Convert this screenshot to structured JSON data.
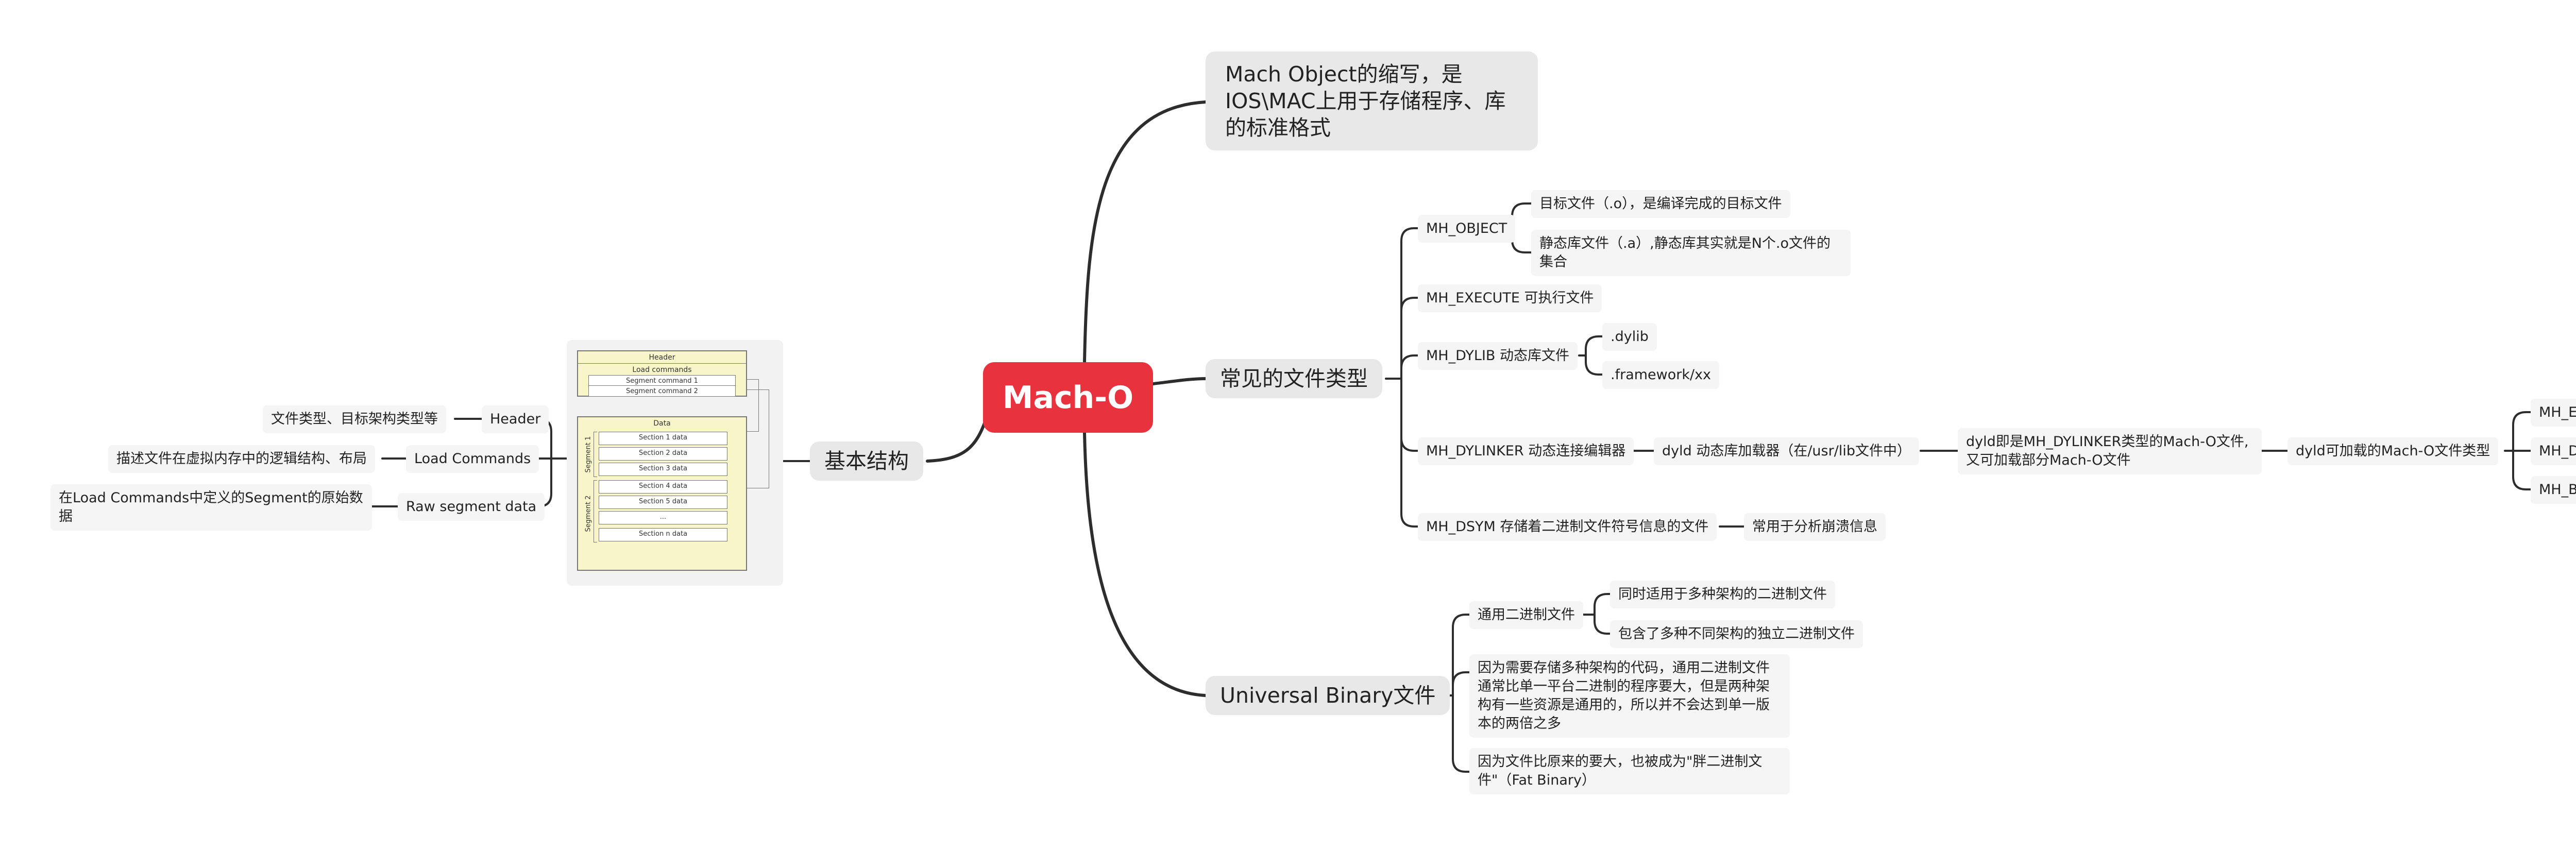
{
  "root": {
    "label": "Mach-O"
  },
  "right": {
    "definition": "Mach Object的缩写，是IOS\\MAC上用于存储程序、库的标准格式",
    "file_types": {
      "label": "常见的文件类型",
      "mh_object": {
        "label": "MH_OBJECT",
        "children": [
          "目标文件（.o），是编译完成的目标文件",
          "静态库文件（.a）,静态库其实就是N个.o文件的集合"
        ]
      },
      "mh_execute": {
        "label": "MH_EXECUTE 可执行文件"
      },
      "mh_dylib": {
        "label": "MH_DYLIB 动态库文件",
        "children": [
          ".dylib",
          ".framework/xx"
        ]
      },
      "mh_dylinker": {
        "label": "MH_DYLINKER 动态连接编辑器",
        "dyld": "dyld 动态库加载器（在/usr/lib文件中）",
        "dyld_desc": "dyld即是MH_DYLINKER类型的Mach-O文件,又可加载部分Mach-O文件",
        "loadable": "dyld可加载的Mach-O文件类型",
        "loadable_types": [
          "MH_EXECUTE",
          "MH_DYLIB",
          "MH_BUNDLE"
        ]
      },
      "mh_dsym": {
        "label": "MH_DSYM 存储着二进制文件符号信息的文件",
        "child": "常用于分析崩溃信息"
      }
    },
    "universal": {
      "label": "Universal Binary文件",
      "generic": {
        "label": "通用二进制文件",
        "children": [
          "同时适用于多种架构的二进制文件",
          "包含了多种不同架构的独立二进制文件"
        ]
      },
      "size_note": "因为需要存储多种架构的代码，通用二进制文件通常比单一平台二进制的程序要大，但是两种架构有一些资源是通用的，所以并不会达到单一版本的两倍之多",
      "fat_note": "因为文件比原来的要大，也被成为\"胖二进制文件\"（Fat Binary）"
    }
  },
  "left": {
    "basic": {
      "label": "基本结构"
    },
    "items": [
      {
        "label": "Header",
        "desc": "文件类型、目标架构类型等"
      },
      {
        "label": "Load Commands",
        "desc": "描述文件在虚拟内存中的逻辑结构、布局"
      },
      {
        "label": "Raw segment data",
        "desc": "在Load Commands中定义的Segment的原始数据"
      }
    ],
    "layout_image": {
      "header": "Header",
      "load_commands": "Load commands",
      "segment_commands": [
        "Segment command 1",
        "Segment command 2"
      ],
      "data": "Data",
      "segments": [
        "Segment 1",
        "Segment 2"
      ],
      "sections": [
        "Section 1 data",
        "Section 2 data",
        "Section 3 data",
        "Section 4 data",
        "Section 5 data",
        "...",
        "Section n data"
      ]
    }
  }
}
